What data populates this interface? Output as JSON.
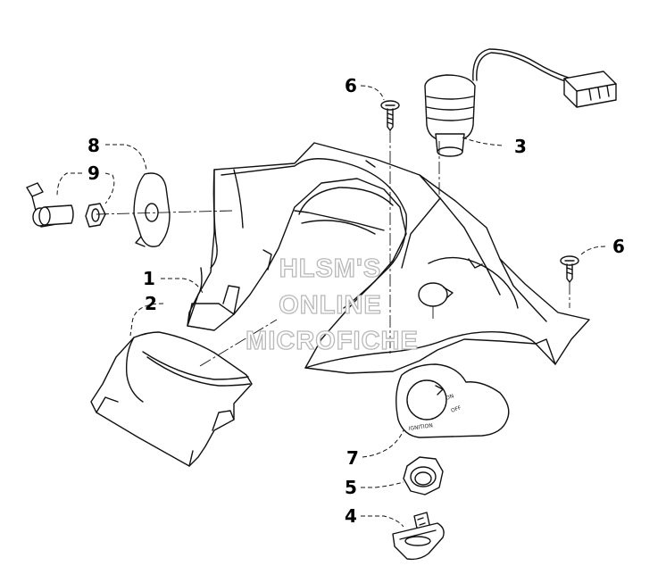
{
  "diagram": {
    "callouts": [
      {
        "id": "1",
        "text": "1"
      },
      {
        "id": "2",
        "text": "2"
      },
      {
        "id": "3",
        "text": "3"
      },
      {
        "id": "4",
        "text": "4"
      },
      {
        "id": "5",
        "text": "5"
      },
      {
        "id": "6a",
        "text": "6"
      },
      {
        "id": "6b",
        "text": "6"
      },
      {
        "id": "7",
        "text": "7"
      },
      {
        "id": "8",
        "text": "8"
      },
      {
        "id": "9",
        "text": "9"
      }
    ],
    "watermark": {
      "line1": "HLSM'S",
      "line2": "ONLINE",
      "line3": "MICROFICHE"
    },
    "ignition_plate_text": "IGNITION"
  }
}
